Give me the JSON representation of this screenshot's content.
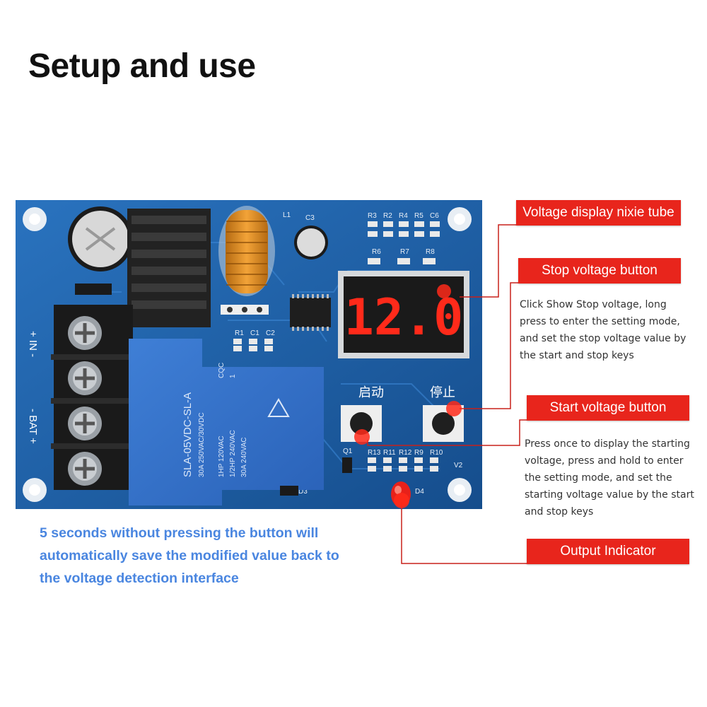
{
  "title": "Setup and use",
  "callouts": {
    "display": "Voltage display nixie tube",
    "stop": "Stop voltage button",
    "start": "Start voltage button",
    "output": "Output Indicator"
  },
  "descriptions": {
    "stop": "Click Show Stop voltage, long press to enter the setting mode, and set the stop voltage value by the start and stop keys",
    "start": "Press once to display the starting voltage, press and hold to enter the setting mode, and set the starting voltage value by the start and stop keys"
  },
  "note": "5 seconds without pressing the button will automatically save the modified value back to the voltage detection interface",
  "board": {
    "display_value": "12.0",
    "start_key_label": "启动",
    "stop_key_label": "停止",
    "terminal_label_in": "+ IN -",
    "terminal_label_bat": "- BAT +",
    "relay_lines": [
      "SLA-05VDC-SL-A",
      "30A 250VAC/30VDC",
      "1HP 120VAC",
      "1/2HP 240VAC",
      "30A 240VAC"
    ],
    "relay_marks": [
      "CQC",
      "1"
    ],
    "silk": {
      "l1": "L1",
      "c3": "C3",
      "q1": "Q1",
      "d3": "D3",
      "d4": "D4",
      "v2": "V2",
      "top_row": [
        "R3",
        "R2",
        "R4",
        "R5",
        "C6"
      ],
      "mid_row": [
        "R6",
        "R7",
        "R8"
      ],
      "bottom_row": [
        "R13",
        "R11",
        "R12",
        "R9",
        "R10"
      ],
      "left_row": [
        "R1",
        "C1",
        "C2"
      ]
    }
  },
  "colors": {
    "callout_red": "#e8251c",
    "board_blue": "#1d5fa6",
    "note_blue": "#4a86e0",
    "segment_red": "#ff2a1a"
  }
}
